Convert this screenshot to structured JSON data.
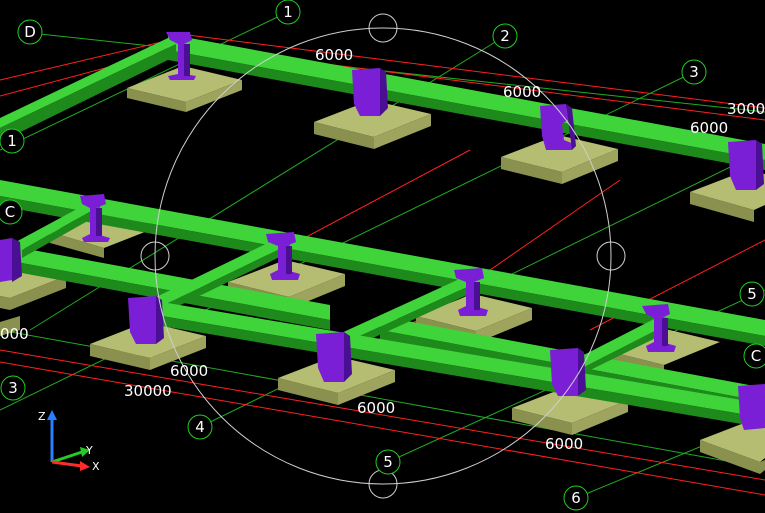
{
  "colors": {
    "background": "#000000",
    "beam": "#3ed43a",
    "beam_shadow": "#1e8a1c",
    "footing_top": "#b5bd72",
    "footing_side": "#8a914f",
    "pedestal": "#7a1fd6",
    "pedestal_dark": "#4b0f94",
    "grid_line_red": "#ff2020",
    "grid_line_green": "#22aa22",
    "bubble_stroke": "#22cc22",
    "orbit": "#cfcfcf",
    "axis_z": "#2a7fff",
    "axis_y": "#22cc22",
    "axis_x": "#ff2a2a"
  },
  "grid_bubbles": {
    "b1_top": "1",
    "b2": "2",
    "b3": "3",
    "bD": "D",
    "b1_left": "1",
    "bC_left": "C",
    "b3_bottom": "3",
    "b4": "4",
    "b5_bottom": "5",
    "b6": "6",
    "b5_right": "5",
    "bC_right": "C"
  },
  "dimensions": {
    "d1": "6000",
    "d2": "6000",
    "d3": "3000",
    "d4": "6000",
    "d5": "6000",
    "d6": "30000",
    "d7": "6000",
    "d8": "6000",
    "d9": "000"
  },
  "axis_triad": {
    "z_label": "Z",
    "y_label": "Y",
    "x_label": "X",
    "z_icon": "axis-z-arrow-icon",
    "y_icon": "axis-y-arrow-icon",
    "x_icon": "axis-x-arrow-icon"
  },
  "orbit": {
    "icon": "orbit-circle-icon"
  }
}
